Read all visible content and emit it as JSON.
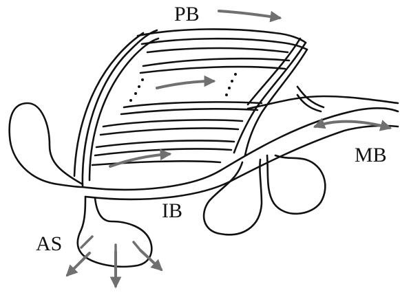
{
  "labels": {
    "pb": "PB",
    "mb": "MB",
    "ib": "IB",
    "as": "AS"
  },
  "colors": {
    "line": "#111111",
    "arrow": "#707070",
    "background": "#ffffff"
  }
}
